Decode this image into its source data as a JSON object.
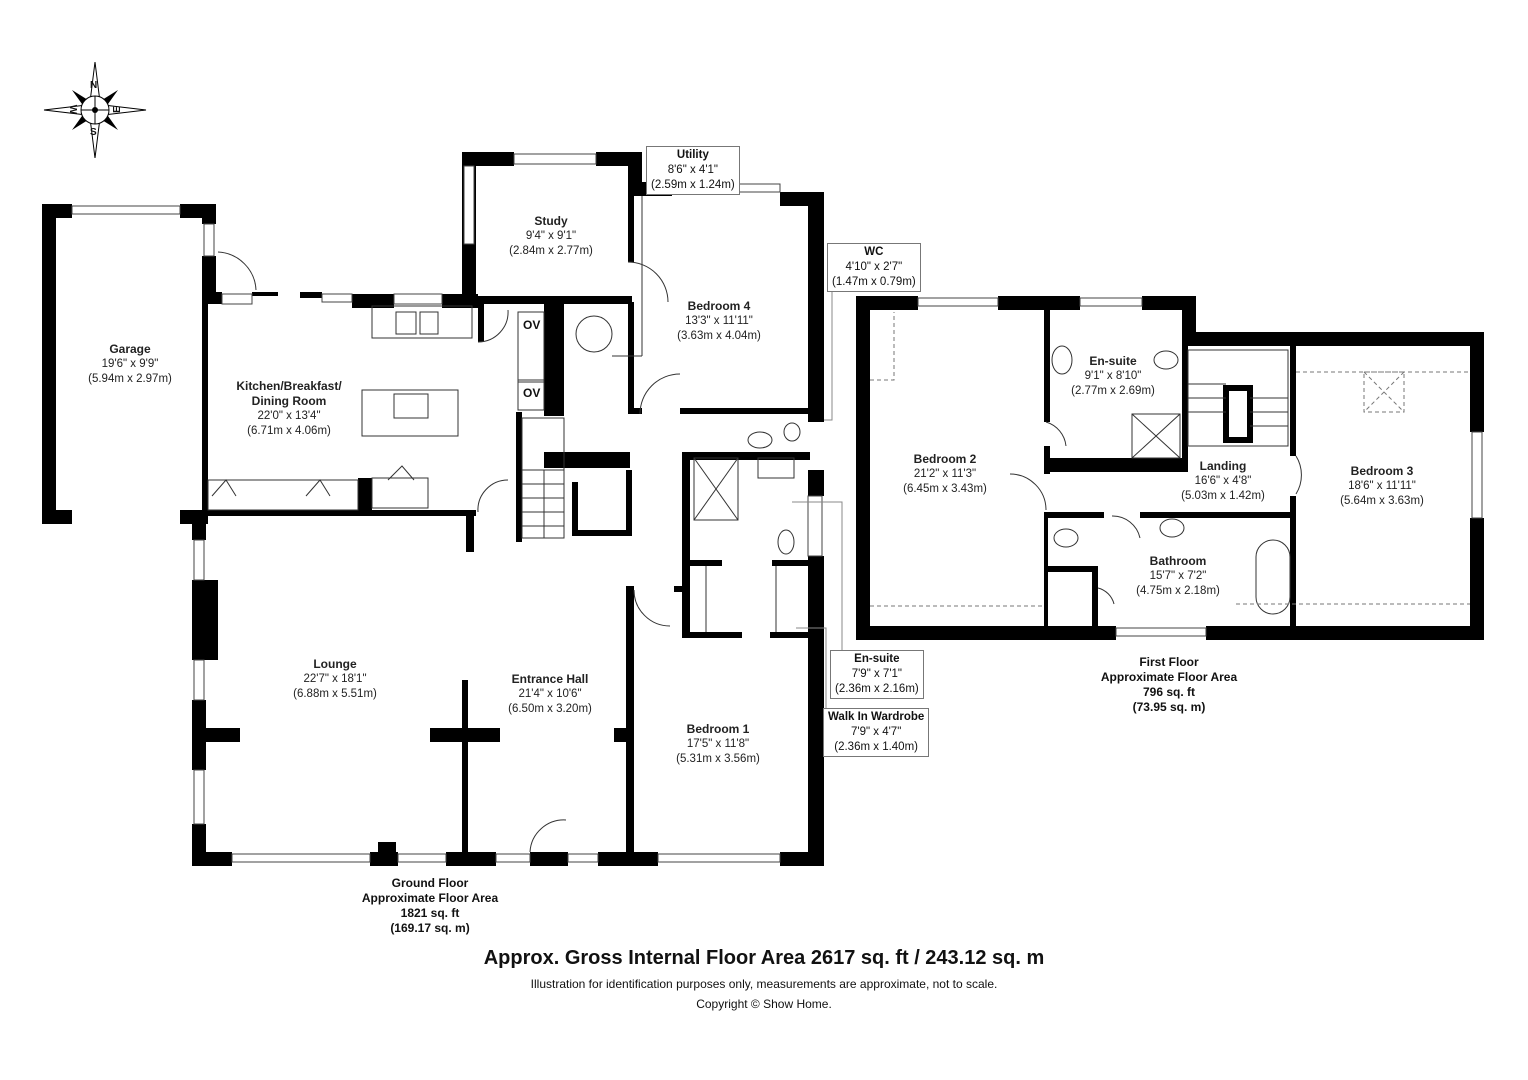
{
  "compass": {
    "north": "N",
    "south": "S",
    "east": "E",
    "west": "W"
  },
  "ground_floor": {
    "rooms": {
      "garage": {
        "name": "Garage",
        "imperial": "19'6\" x 9'9\"",
        "metric": "(5.94m x 2.97m)"
      },
      "kitchen": {
        "name_line1": "Kitchen/Breakfast/",
        "name_line2": "Dining Room",
        "imperial": "22'0\" x 13'4\"",
        "metric": "(6.71m x 4.06m)"
      },
      "study": {
        "name": "Study",
        "imperial": "9'4\" x 9'1\"",
        "metric": "(2.84m x 2.77m)"
      },
      "utility": {
        "name": "Utility",
        "imperial": "8'6\" x 4'1\"",
        "metric": "(2.59m x 1.24m)"
      },
      "bedroom4": {
        "name": "Bedroom 4",
        "imperial": "13'3\" x 11'11\"",
        "metric": "(3.63m x 4.04m)"
      },
      "wc": {
        "name": "WC",
        "imperial": "4'10\" x 2'7\"",
        "metric": "(1.47m x 0.79m)"
      },
      "lounge": {
        "name": "Lounge",
        "imperial": "22'7\" x 18'1\"",
        "metric": "(6.88m x 5.51m)"
      },
      "entrance_hall": {
        "name": "Entrance Hall",
        "imperial": "21'4\" x 10'6\"",
        "metric": "(6.50m x 3.20m)"
      },
      "bedroom1": {
        "name": "Bedroom 1",
        "imperial": "17'5\" x 11'8\"",
        "metric": "(5.31m x 3.56m)"
      },
      "ensuite": {
        "name": "En-suite",
        "imperial": "7'9\" x 7'1\"",
        "metric": "(2.36m x 2.16m)"
      },
      "walk_in_wardrobe": {
        "name": "Walk In Wardrobe",
        "imperial": "7'9\" x 4'7\"",
        "metric": "(2.36m x 1.40m)"
      }
    },
    "ov_labels": [
      "OV",
      "OV"
    ],
    "area": {
      "title": "Ground Floor",
      "subtitle": "Approximate Floor Area",
      "sqft": "1821 sq. ft",
      "sqm": "(169.17 sq. m)"
    }
  },
  "first_floor": {
    "rooms": {
      "bedroom2": {
        "name": "Bedroom 2",
        "imperial": "21'2\" x 11'3\"",
        "metric": "(6.45m x 3.43m)"
      },
      "ensuite": {
        "name": "En-suite",
        "imperial": "9'1\" x 8'10\"",
        "metric": "(2.77m x 2.69m)"
      },
      "landing": {
        "name": "Landing",
        "imperial": "16'6\" x 4'8\"",
        "metric": "(5.03m x 1.42m)"
      },
      "bedroom3": {
        "name": "Bedroom 3",
        "imperial": "18'6\" x 11'11\"",
        "metric": "(5.64m x 3.63m)"
      },
      "bathroom": {
        "name": "Bathroom",
        "imperial": "15'7\" x 7'2\"",
        "metric": "(4.75m x 2.18m)"
      }
    },
    "area": {
      "title": "First Floor",
      "subtitle": "Approximate Floor Area",
      "sqft": "796 sq. ft",
      "sqm": "(73.95 sq. m)"
    }
  },
  "footer": {
    "gross": "Approx. Gross Internal Floor Area 2617 sq. ft / 243.12 sq. m",
    "disclaimer": "Illustration for identification purposes only, measurements are approximate, not to scale.",
    "copyright": "Copyright © Show Home."
  },
  "colors": {
    "wall": "#000000",
    "window": "#ffffff",
    "leader": "#888888",
    "background": "#ffffff"
  }
}
